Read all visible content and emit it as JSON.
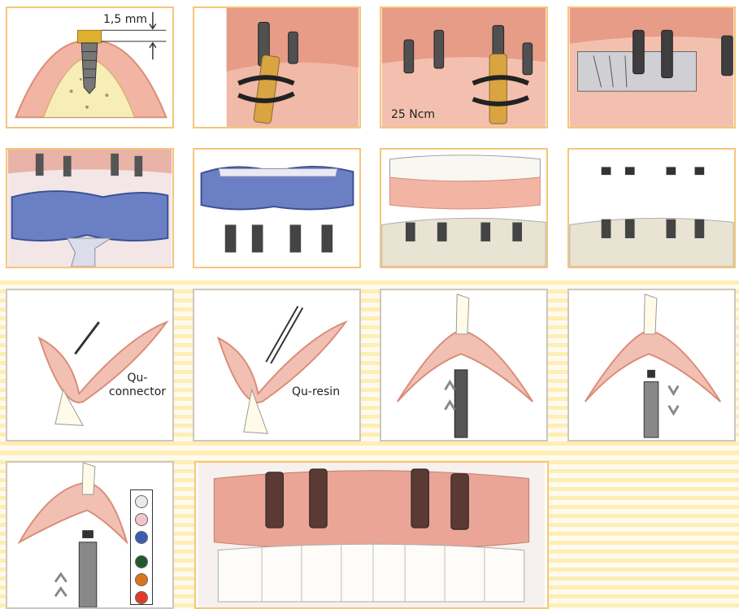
{
  "labels": {
    "gap": "1,5 mm",
    "torque": "25 Ncm",
    "connector": "Qu-\nconnector",
    "resin": "Qu-resin"
  },
  "palette": {
    "colors": [
      "#e8ece8",
      "#f2c4cc",
      "#3b5fb0",
      "#1f5a2c",
      "#d9741e",
      "#e23a2a"
    ]
  },
  "colors": {
    "frame": "#f5c67a",
    "stripe": "#fdeeb4",
    "gum": "#eaa596",
    "titanium": "#4a4a4a",
    "gold": "#d9a441",
    "putty": "#6b7fc4"
  }
}
